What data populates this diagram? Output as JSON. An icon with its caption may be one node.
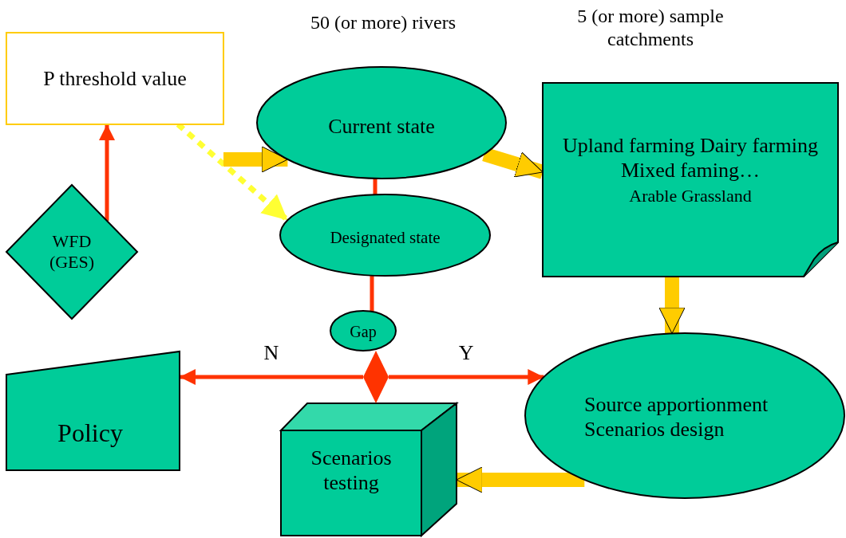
{
  "diagram": {
    "nodes": [
      {
        "text": [
          "P threshold value"
        ]
      },
      {
        "text": [
          "WFD (GES)"
        ]
      },
      {
        "text": [
          "Current state"
        ],
        "beside": [
          "50 (or more) rivers"
        ]
      },
      {
        "text": [
          "Designated state"
        ]
      },
      {
        "text": [
          "Gap"
        ]
      },
      {
        "text": [
          "Upland farming Dairy farming Mixed faming…",
          "Arable Grassland"
        ],
        "beside": [
          "5 (or more) sample catchments"
        ]
      },
      {
        "text": [
          "Policy"
        ]
      },
      {
        "text": [
          "Source apportionment Scenarios design"
        ]
      },
      {
        "text": [
          "Scenarios testing"
        ]
      },
      {
        "text": [],
        "shape": "diamond"
      }
    ],
    "edges": [
      {
        "from": 1,
        "to": 0,
        "arrow": "to"
      },
      {
        "from": 0,
        "to": 3,
        "arrow": "to",
        "style": "dashed",
        "color": "#ffff33"
      },
      {
        "from": null,
        "to": 2,
        "arrow": "to",
        "style": "thick",
        "color": "#ffcc00"
      },
      {
        "from": 2,
        "to": 5,
        "arrow": "to",
        "style": "thick",
        "color": "#ffcc00"
      },
      {
        "from": 2,
        "to": 3,
        "arrow": "none"
      },
      {
        "from": 3,
        "to": 4,
        "arrow": "none"
      },
      {
        "from": 5,
        "to": 7,
        "arrow": "to",
        "style": "thick",
        "color": "#ffcc00"
      },
      {
        "from": 7,
        "to": 8,
        "arrow": "to",
        "style": "thick",
        "color": "#ffcc00"
      },
      {
        "from": 9,
        "to": 6,
        "arrow": "to",
        "label": "N"
      },
      {
        "from": 9,
        "to": 7,
        "arrow": "to",
        "label": "Y"
      }
    ]
  }
}
